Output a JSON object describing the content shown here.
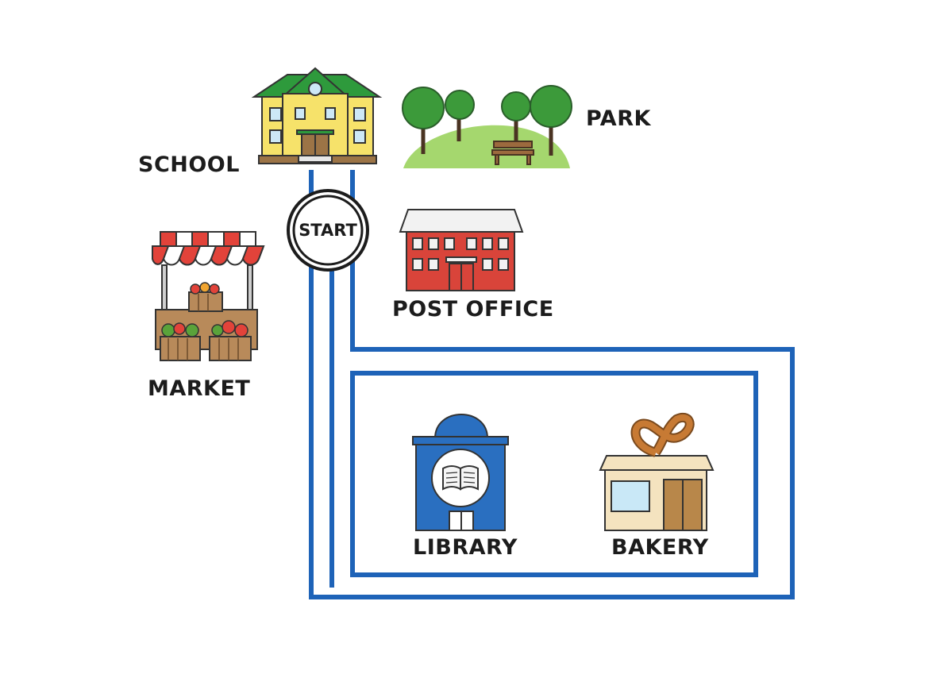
{
  "labels": {
    "school": "SCHOOL",
    "park": "PARK",
    "start": "START",
    "post_office": "POST OFFICE",
    "market": "MARKET",
    "library": "LIBRARY",
    "bakery": "BAKERY"
  },
  "colors": {
    "path": "#1e63b8",
    "school_roof": "#2e9a3c",
    "school_wall": "#f6e26a",
    "park_grass": "#a5d76e",
    "tree": "#3c9a3a",
    "post_office_wall": "#d9443a",
    "market_awning": "#e2433a",
    "library_wall": "#2a6fc0",
    "bakery_wall": "#f4e3bf",
    "pretzel": "#c77a34"
  },
  "icons": [
    "school-icon",
    "park-icon",
    "post-office-icon",
    "market-stall-icon",
    "library-icon",
    "bakery-icon",
    "start-sign-icon"
  ]
}
